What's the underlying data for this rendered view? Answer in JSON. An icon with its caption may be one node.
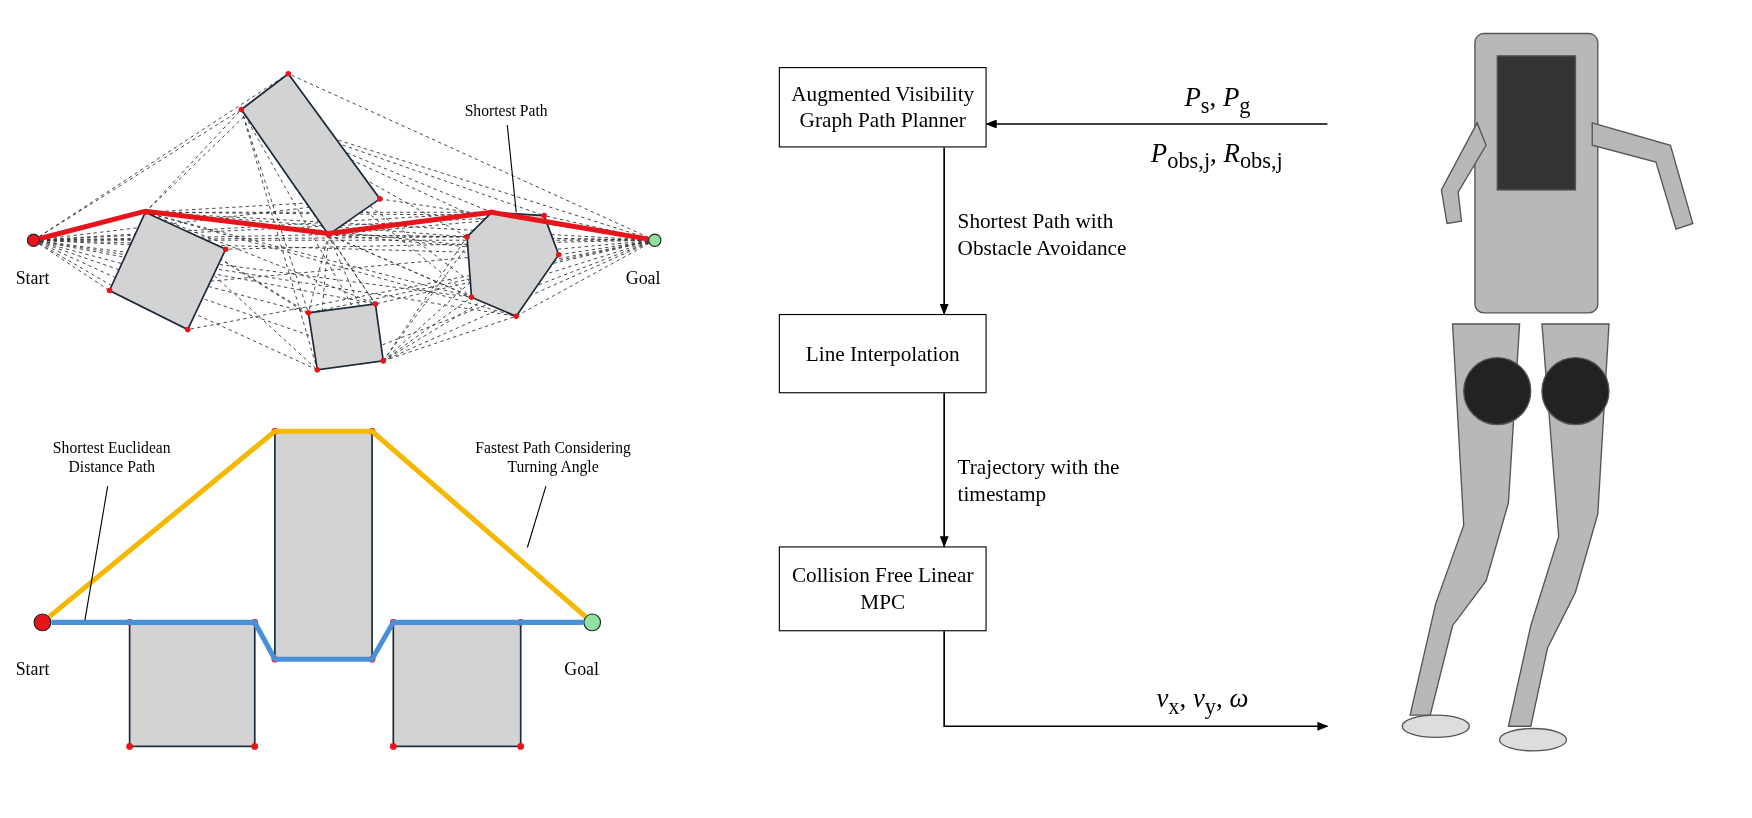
{
  "diagram": {
    "nodes": [
      {
        "text": [
          "Shortest Path"
        ]
      },
      {
        "text": [],
        "shape": "circle",
        "beside": [
          "Start"
        ]
      },
      {
        "text": [],
        "shape": "circle",
        "beside": [
          "Goal"
        ]
      },
      {
        "text": [
          "Shortest Euclidean Distance Path"
        ]
      },
      {
        "text": [
          "Fastest Path Considering Turning Angle"
        ]
      },
      {
        "text": [],
        "shape": "circle",
        "beside": [
          "Start"
        ]
      },
      {
        "text": [],
        "shape": "circle",
        "beside": [
          "Goal"
        ]
      },
      {
        "text": [
          "Augmented Visibility Graph Path Planner"
        ]
      },
      {
        "text": [
          "Line Interpolation"
        ]
      },
      {
        "text": [
          "Collision Free Linear MPC"
        ]
      }
    ],
    "edges": [
      {
        "from": 1,
        "to": 2,
        "arrow": "none",
        "style": "thick",
        "color": "#e8141b"
      },
      {
        "from": 5,
        "to": 6,
        "arrow": "none",
        "style": "thick",
        "color": "#f5b800"
      },
      {
        "from": 5,
        "to": 6,
        "arrow": "none",
        "style": "thick",
        "color": "#4a90d9"
      },
      {
        "from": 0,
        "to": null,
        "arrow": "none"
      },
      {
        "from": 3,
        "to": null,
        "arrow": "none"
      },
      {
        "from": 4,
        "to": null,
        "arrow": "none"
      },
      {
        "from": null,
        "to": 7,
        "arrow": "to",
        "label": "*P*$_{s}$,  *P*$_{g}$"
      },
      {
        "from": 7,
        "to": 8,
        "arrow": "to",
        "label": "Shortest Path with Obstacle Avoidance"
      },
      {
        "from": 8,
        "to": 9,
        "arrow": "to",
        "label": "Trajectory with the timestamp"
      },
      {
        "from": 9,
        "to": null,
        "arrow": "to",
        "label": "*v*$_{x}$, *v*$_{y}$, *ω*"
      }
    ],
    "labels": [
      "*P*$_{obs,j}$, *R*$_{obs,j}$"
    ]
  }
}
